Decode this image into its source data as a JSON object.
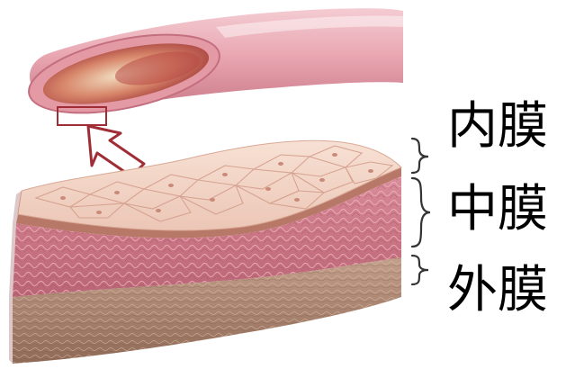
{
  "labels": {
    "intima": "内膜",
    "media": "中膜",
    "adventitia": "外膜"
  },
  "colors": {
    "vessel_outer": "#e9aab3",
    "vessel_inner": "#c65a52",
    "endothelium": "#f1d2c3",
    "media": "#c97988",
    "adventitia": "#a98470",
    "arrow": "#a02c36",
    "text": "#000000"
  },
  "icons": {
    "pointer": "arrow-up-left-icon",
    "brace": "curly-brace-icon"
  }
}
